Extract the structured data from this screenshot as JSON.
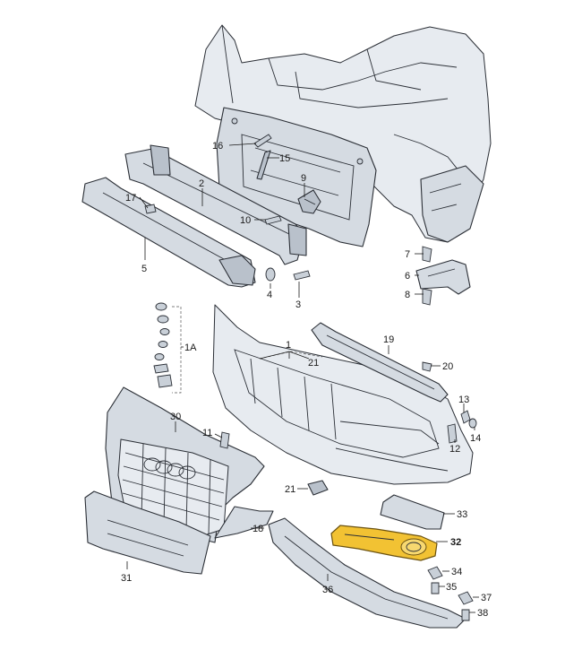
{
  "diagram": {
    "highlight_color": "#f2c233",
    "callouts": [
      {
        "id": "16",
        "label": "16"
      },
      {
        "id": "15",
        "label": "15"
      },
      {
        "id": "2",
        "label": "2"
      },
      {
        "id": "9",
        "label": "9"
      },
      {
        "id": "17",
        "label": "17"
      },
      {
        "id": "10",
        "label": "10"
      },
      {
        "id": "7",
        "label": "7"
      },
      {
        "id": "6",
        "label": "6"
      },
      {
        "id": "8",
        "label": "8"
      },
      {
        "id": "5",
        "label": "5"
      },
      {
        "id": "4",
        "label": "4"
      },
      {
        "id": "3",
        "label": "3"
      },
      {
        "id": "1",
        "label": "1"
      },
      {
        "id": "21a",
        "label": "21"
      },
      {
        "id": "19",
        "label": "19"
      },
      {
        "id": "20",
        "label": "20"
      },
      {
        "id": "1A",
        "label": "1A"
      },
      {
        "id": "13",
        "label": "13"
      },
      {
        "id": "12",
        "label": "12"
      },
      {
        "id": "14",
        "label": "14"
      },
      {
        "id": "30",
        "label": "30"
      },
      {
        "id": "11",
        "label": "11"
      },
      {
        "id": "21b",
        "label": "21"
      },
      {
        "id": "33",
        "label": "33"
      },
      {
        "id": "18",
        "label": "18"
      },
      {
        "id": "32",
        "label": "32",
        "highlighted": true
      },
      {
        "id": "34",
        "label": "34"
      },
      {
        "id": "35",
        "label": "35"
      },
      {
        "id": "31",
        "label": "31"
      },
      {
        "id": "36",
        "label": "36"
      },
      {
        "id": "37",
        "label": "37"
      },
      {
        "id": "38",
        "label": "38"
      }
    ]
  }
}
